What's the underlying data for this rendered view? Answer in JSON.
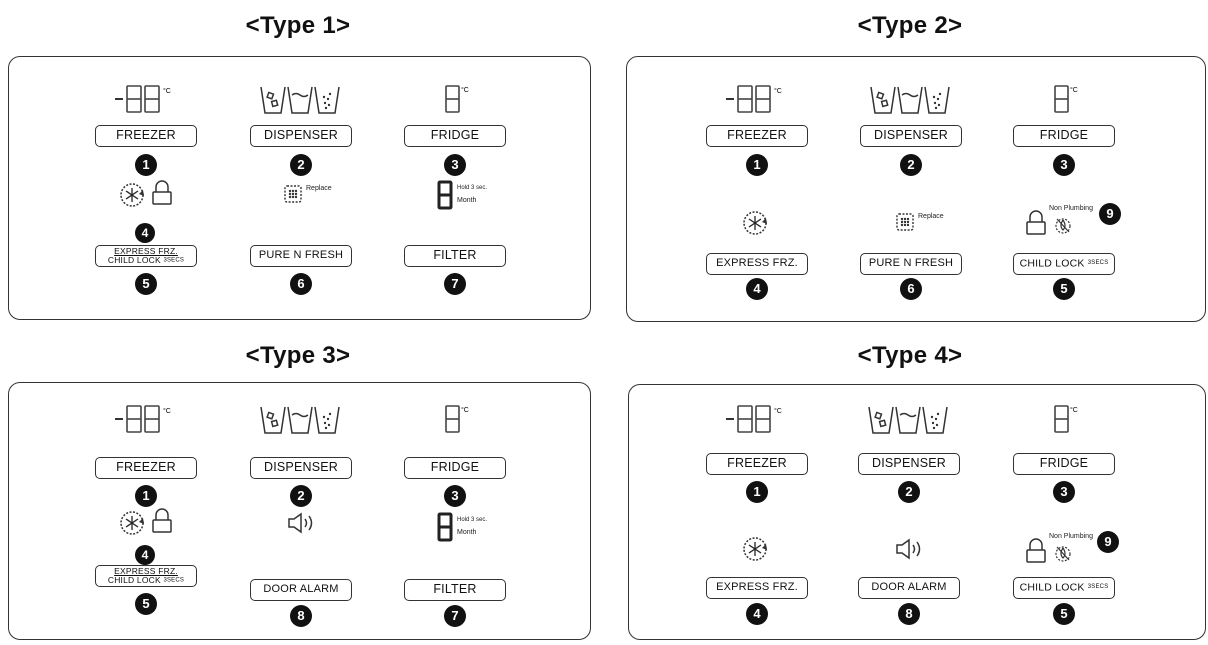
{
  "titles": [
    "<Type 1>",
    "<Type 2>",
    "<Type 3>",
    "<Type 4>"
  ],
  "temp_unit": "°C",
  "labels": {
    "freezer": "FREEZER",
    "dispenser": "DISPENSER",
    "fridge": "FRIDGE",
    "express_frz_line1": "EXPRESS FRZ.",
    "child_lock_line2": "CHILD LOCK",
    "child_lock_secs": "3SECS",
    "express_frz": "EXPRESS FRZ.",
    "child_lock": "CHILD LOCK",
    "pure_n_fresh": "PURE N FRESH",
    "filter": "FILTER",
    "door_alarm": "DOOR ALARM",
    "replace": "Replace",
    "hold": "Hold 3 sec.",
    "month": "Month",
    "non_plumbing": "Non Plumbing"
  },
  "numbers": [
    "1",
    "2",
    "3",
    "4",
    "5",
    "6",
    "7",
    "8",
    "9"
  ],
  "icons": [
    "seven-segment-display-icon",
    "cubed-ice-icon",
    "water-icon",
    "crushed-ice-icon",
    "express-freeze-icon",
    "child-lock-icon",
    "filter-icon",
    "speaker-icon",
    "non-plumbing-icon"
  ]
}
